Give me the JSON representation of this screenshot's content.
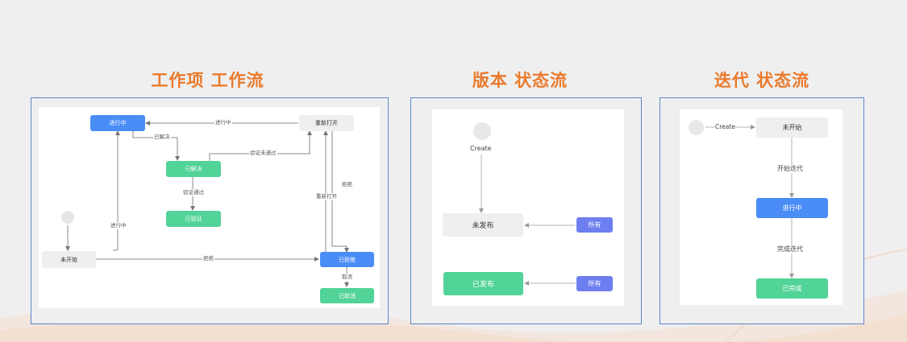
{
  "titles": {
    "work_item": "工作项 工作流",
    "version": "版本 状态流",
    "iteration": "迭代 状态流"
  },
  "work_item_flow": {
    "nodes": {
      "in_progress": "进行中",
      "reopen": "重新打开",
      "resolved": "已解决",
      "verified": "已验证",
      "not_started": "未开始",
      "rejected": "已拒绝",
      "cancelled": "已取消"
    },
    "edges": {
      "reopen_to_progress": "进行中",
      "progress_to_resolved": "已解决",
      "verify_failed": "验证未通过",
      "verify_passed": "验证通过",
      "start_progress": "进行中",
      "reject": "拒绝",
      "reopen": "重新打开",
      "refuse": "拒绝",
      "cancel": "取消"
    }
  },
  "version_flow": {
    "start_label": "Create",
    "nodes": {
      "unpublished": "未发布",
      "published": "已发布"
    },
    "actors": [
      "所有",
      "所有"
    ]
  },
  "iteration_flow": {
    "start_label": "Create",
    "nodes": {
      "not_started": "未开始",
      "in_progress": "进行中",
      "completed": "已完成"
    },
    "edges": {
      "start_iteration": "开始迭代",
      "complete_iteration": "完成迭代"
    }
  },
  "colors": {
    "title": "#ea7a2c",
    "panel_border": "#5d86c9",
    "blue_node": "#4a8df6",
    "green_node": "#52d397",
    "gray_node": "#eeeff1",
    "purple_node": "#6d7ef0"
  }
}
